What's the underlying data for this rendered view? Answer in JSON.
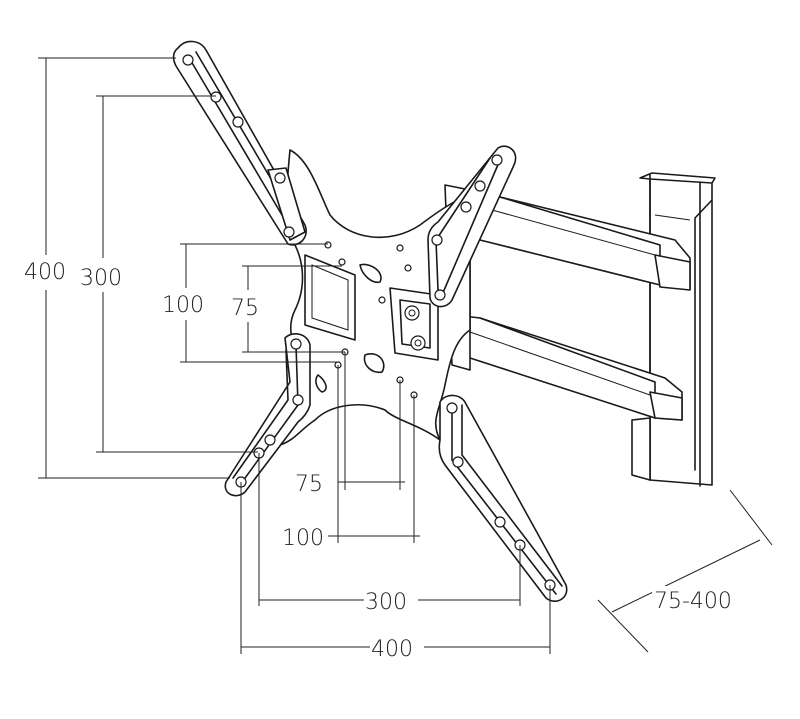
{
  "dimensions": {
    "v400": "400",
    "v300": "300",
    "v100": "100",
    "v75": "75",
    "h75": "75",
    "h100": "100",
    "h300": "300",
    "h400": "400",
    "extension": "75-400"
  },
  "colors": {
    "line": "#1a1a1a",
    "background": "#ffffff"
  }
}
